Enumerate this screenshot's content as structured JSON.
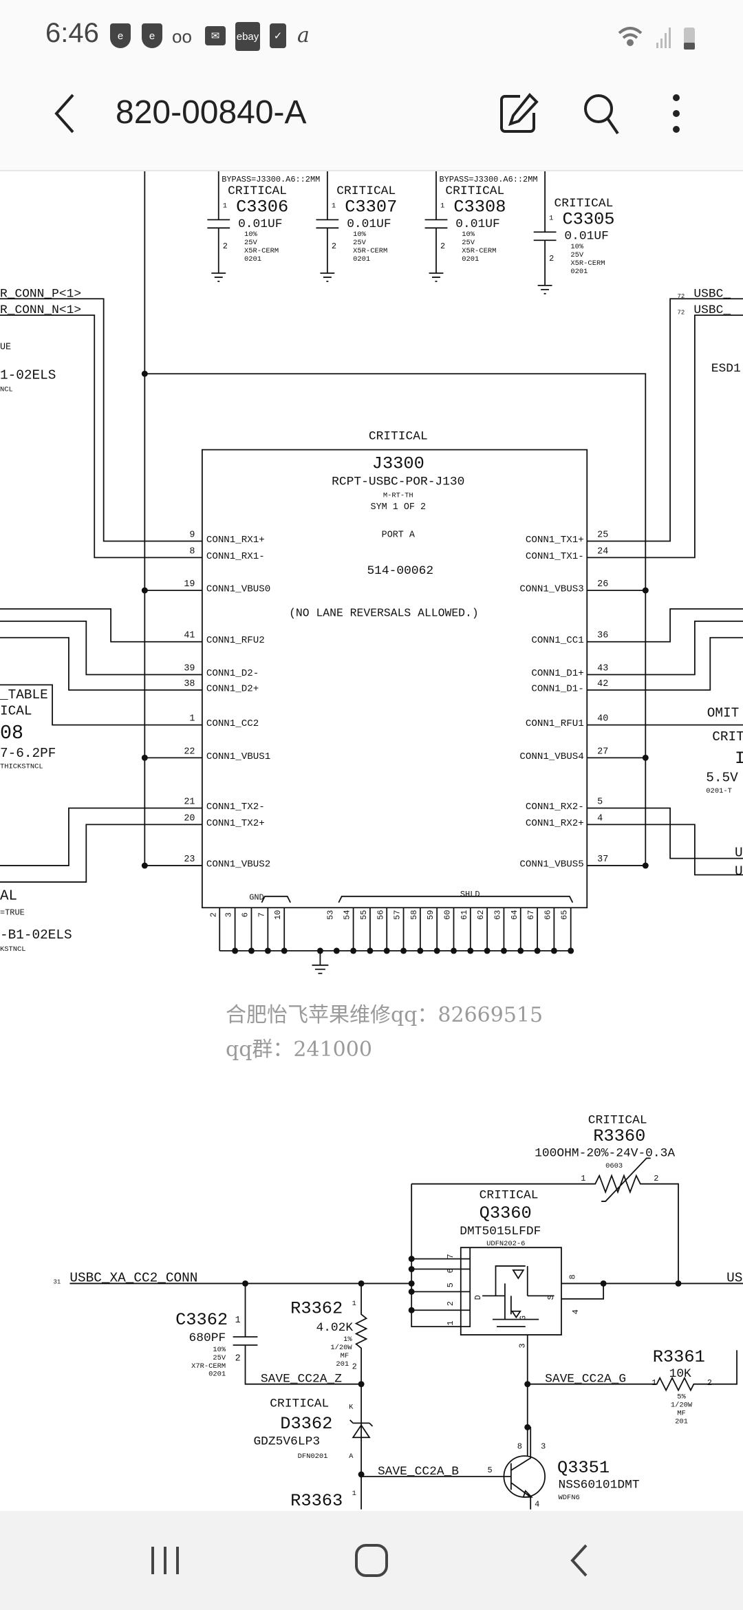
{
  "status_bar": {
    "time": "6:46",
    "ebay_label": "ebay"
  },
  "toolbar": {
    "title": "820-00840-A"
  },
  "schematic": {
    "bypass_labels": [
      "BYPASS=J3300.A6::2MM",
      "BYPASS=J3300.A6::2MM"
    ],
    "caps": [
      {
        "critical": "CRITICAL",
        "ref": "C3306",
        "value": "0.01UF",
        "tol": "10%",
        "volt": "25V",
        "diel": "X5R-CERM",
        "pkg": "0201",
        "pin1": "1",
        "pin2": "2"
      },
      {
        "critical": "CRITICAL",
        "ref": "C3307",
        "value": "0.01UF",
        "tol": "10%",
        "volt": "25V",
        "diel": "X5R-CERM",
        "pkg": "0201",
        "pin1": "1",
        "pin2": "2"
      },
      {
        "critical": "CRITICAL",
        "ref": "C3308",
        "value": "0.01UF",
        "tol": "10%",
        "volt": "25V",
        "diel": "X5R-CERM",
        "pkg": "0201",
        "pin1": "1",
        "pin2": "2"
      },
      {
        "critical": "CRITICAL",
        "ref": "C3305",
        "value": "0.01UF",
        "tol": "10%",
        "volt": "25V",
        "diel": "X5R-CERM",
        "pkg": "0201",
        "pin1": "1",
        "pin2": "2"
      }
    ],
    "left_nets": [
      "R_CONN_P<1>",
      "R_CONN_N<1>"
    ],
    "right_nets": [
      {
        "num": "72",
        "name": "USBC_"
      },
      {
        "num": "72",
        "name": "USBC_"
      }
    ],
    "partial_left": [
      "UE",
      "1-02ELS",
      "NCL",
      "_TABLE",
      "ICAL",
      "08",
      "7-6.2PF",
      "THICKSTNCL",
      "AL",
      "=TRUE",
      "-B1-02ELS",
      "KSTNCL"
    ],
    "partial_right": [
      "ESD1",
      "OMIT",
      "CRIT",
      "I",
      "5.5V",
      "0201-T",
      "U",
      "U"
    ],
    "j3300": {
      "critical": "CRITICAL",
      "ref": "J3300",
      "part": "RCPT-USBC-POR-J130",
      "sub": "M-RT-TH",
      "sym": "SYM 1 OF 2",
      "port": "PORT A",
      "pn": "514-00062",
      "note": "(NO LANE REVERSALS ALLOWED.)",
      "left_pins": [
        {
          "num": "9",
          "name": "CONN1_RX1+"
        },
        {
          "num": "8",
          "name": "CONN1_RX1-"
        },
        {
          "num": "19",
          "name": "CONN1_VBUS0"
        },
        {
          "num": "41",
          "name": "CONN1_RFU2"
        },
        {
          "num": "39",
          "name": "CONN1_D2-"
        },
        {
          "num": "38",
          "name": "CONN1_D2+"
        },
        {
          "num": "1",
          "name": "CONN1_CC2"
        },
        {
          "num": "22",
          "name": "CONN1_VBUS1"
        },
        {
          "num": "21",
          "name": "CONN1_TX2-"
        },
        {
          "num": "20",
          "name": "CONN1_TX2+"
        },
        {
          "num": "23",
          "name": "CONN1_VBUS2"
        }
      ],
      "right_pins": [
        {
          "num": "25",
          "name": "CONN1_TX1+"
        },
        {
          "num": "24",
          "name": "CONN1_TX1-"
        },
        {
          "num": "26",
          "name": "CONN1_VBUS3"
        },
        {
          "num": "36",
          "name": "CONN1_CC1"
        },
        {
          "num": "43",
          "name": "CONN1_D1+"
        },
        {
          "num": "42",
          "name": "CONN1_D1-"
        },
        {
          "num": "40",
          "name": "CONN1_RFU1"
        },
        {
          "num": "27",
          "name": "CONN1_VBUS4"
        },
        {
          "num": "5",
          "name": "CONN1_RX2-"
        },
        {
          "num": "4",
          "name": "CONN1_RX2+"
        },
        {
          "num": "37",
          "name": "CONN1_VBUS5"
        }
      ],
      "gnd_label": "GND",
      "shld_label": "SHLD",
      "gnd_pins": [
        "2",
        "3",
        "6",
        "7",
        "10"
      ],
      "shld_pins": [
        "53",
        "54",
        "55",
        "56",
        "57",
        "58",
        "59",
        "60",
        "61",
        "62",
        "63",
        "64",
        "67",
        "66",
        "65"
      ]
    },
    "bottom": {
      "net_in_num": "31",
      "net_in": "USBC_XA_CC2_CONN",
      "net_out": "US",
      "c3362": {
        "ref": "C3362",
        "value": "680PF",
        "tol": "10%",
        "volt": "25V",
        "diel": "X7R-CERM",
        "pkg": "0201",
        "pin1": "1",
        "pin2": "2"
      },
      "r3362": {
        "ref": "R3362",
        "pin1": "1",
        "value": "4.02K",
        "tol": "1%",
        "power": "1/20W",
        "type": "MF",
        "pkg": "201",
        "pin2": "2"
      },
      "save_z": "SAVE_CC2A_Z",
      "save_g": "SAVE_CC2A_G",
      "save_b": "SAVE_CC2A_B",
      "d3362": {
        "critical": "CRITICAL",
        "ref": "D3362",
        "k": "K",
        "part": "GDZ5V6LP3",
        "pkg": "DFN0201",
        "a": "A"
      },
      "r3360": {
        "critical": "CRITICAL",
        "ref": "R3360",
        "value": "100OHM-20%-24V-0.3A",
        "pkg": "0603",
        "pin1": "1",
        "pin2": "2"
      },
      "q3360": {
        "critical": "CRITICAL",
        "ref": "Q3360",
        "part": "DMT5015LFDF",
        "pkg": "UDFN202-6",
        "pins_left": [
          "7",
          "6",
          "5",
          "2",
          "1"
        ],
        "pin8": "8",
        "pin4": "4",
        "pin3": "3",
        "d": "D",
        "s": "S",
        "g": "G"
      },
      "r3361": {
        "ref": "R3361",
        "value": "10K",
        "pin1": "1",
        "pin2": "2",
        "tol": "5%",
        "power": "1/20W",
        "type": "MF",
        "pkg": "201"
      },
      "q3351": {
        "ref": "Q3351",
        "part": "NSS60101DMT",
        "pkg": "WDFN6",
        "pin8": "8",
        "pin3": "3",
        "pin5": "5",
        "pin4": "4"
      },
      "r3363": {
        "ref": "R3363",
        "pin1": "1"
      }
    }
  },
  "watermark": [
    "合肥怡飞苹果维修qq：82669515",
    "qq群：241000"
  ]
}
